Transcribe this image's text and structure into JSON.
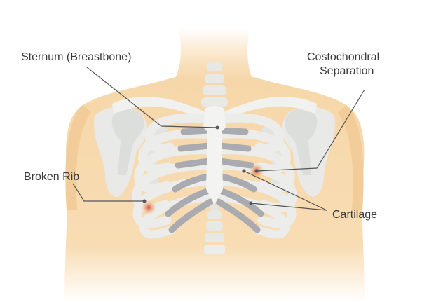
{
  "labels": {
    "sternum": "Sternum (Breastbone)",
    "costochondral_line1": "Costochondral",
    "costochondral_line2": "Separation",
    "broken_rib": "Broken Rib",
    "cartilage": "Cartilage"
  },
  "colors": {
    "skin": "#f5d5a6",
    "skin_light": "#fae7c9",
    "bone": "#eeeeec",
    "bone_shade": "#d9dad7",
    "cartilage": "#a9abb1",
    "injury": "#c8322a",
    "leader": "#555555"
  }
}
